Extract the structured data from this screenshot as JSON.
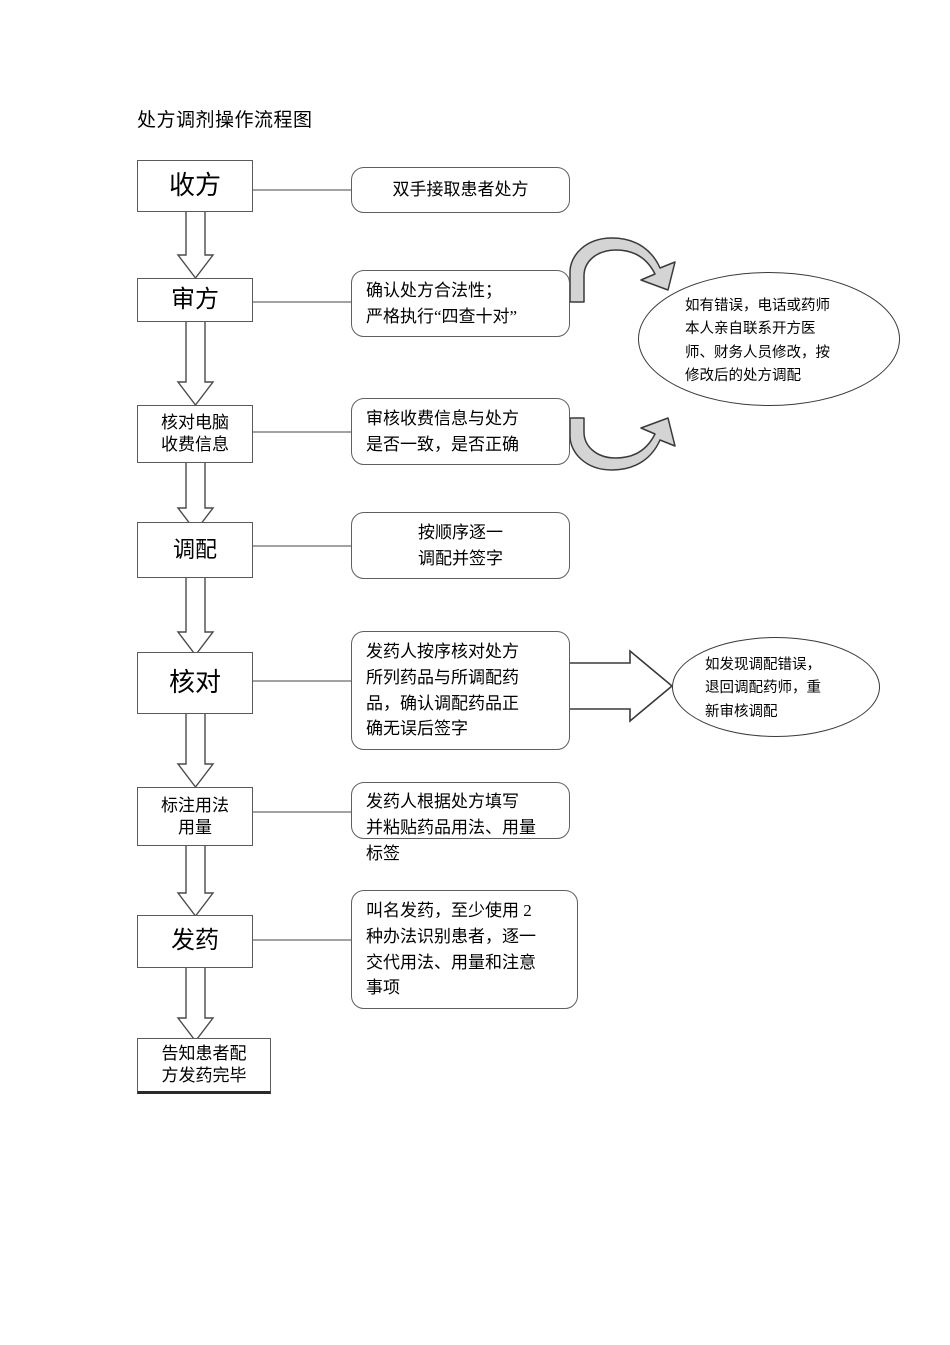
{
  "title": "处方调剂操作流程图",
  "steps": [
    {
      "label": "收方",
      "note": "双手接取患者处方"
    },
    {
      "label": "审方",
      "note": "确认处方合法性；\n严格执行“四查十对”"
    },
    {
      "label": "核对电脑\n收费信息",
      "note": "审核收费信息与处方\n是否一致，是否正确"
    },
    {
      "label": "调配",
      "note": "按顺序逐一\n调配并签字"
    },
    {
      "label": "核对",
      "note": "发药人按序核对处方\n所列药品与所调配药\n品，确认调配药品正\n确无误后签字"
    },
    {
      "label": "标注用法\n用量",
      "note": "发药人根据处方填写\n并粘贴药品用法、用量\n标签"
    },
    {
      "label": "发药",
      "note": "叫名发药，至少使用 2\n种办法识别患者，逐一\n交代用法、用量和注意\n事项"
    },
    {
      "label": "告知患者配\n方发药完毕",
      "note": ""
    }
  ],
  "callouts": [
    {
      "text": "如有错误，电话或药师\n本人亲自联系开方医\n师、财务人员修改，按\n修改后的处方调配"
    },
    {
      "text": "如发现调配错误，\n退回调配药师，重\n新审核调配"
    }
  ],
  "colors": {
    "box_border": "#5a5a5a",
    "note_border": "#5f5f5f",
    "ellipse_border": "#3a3a3a",
    "curved_arrow_fill": "#d4d4d4",
    "connector": "#4a4a4a",
    "text": "#000000"
  },
  "icons": {
    "flow_arrow": "hollow-down-arrow-icon",
    "loop_arrow": "curved-loop-arrow-icon",
    "block_arrow": "block-right-arrow-icon"
  }
}
